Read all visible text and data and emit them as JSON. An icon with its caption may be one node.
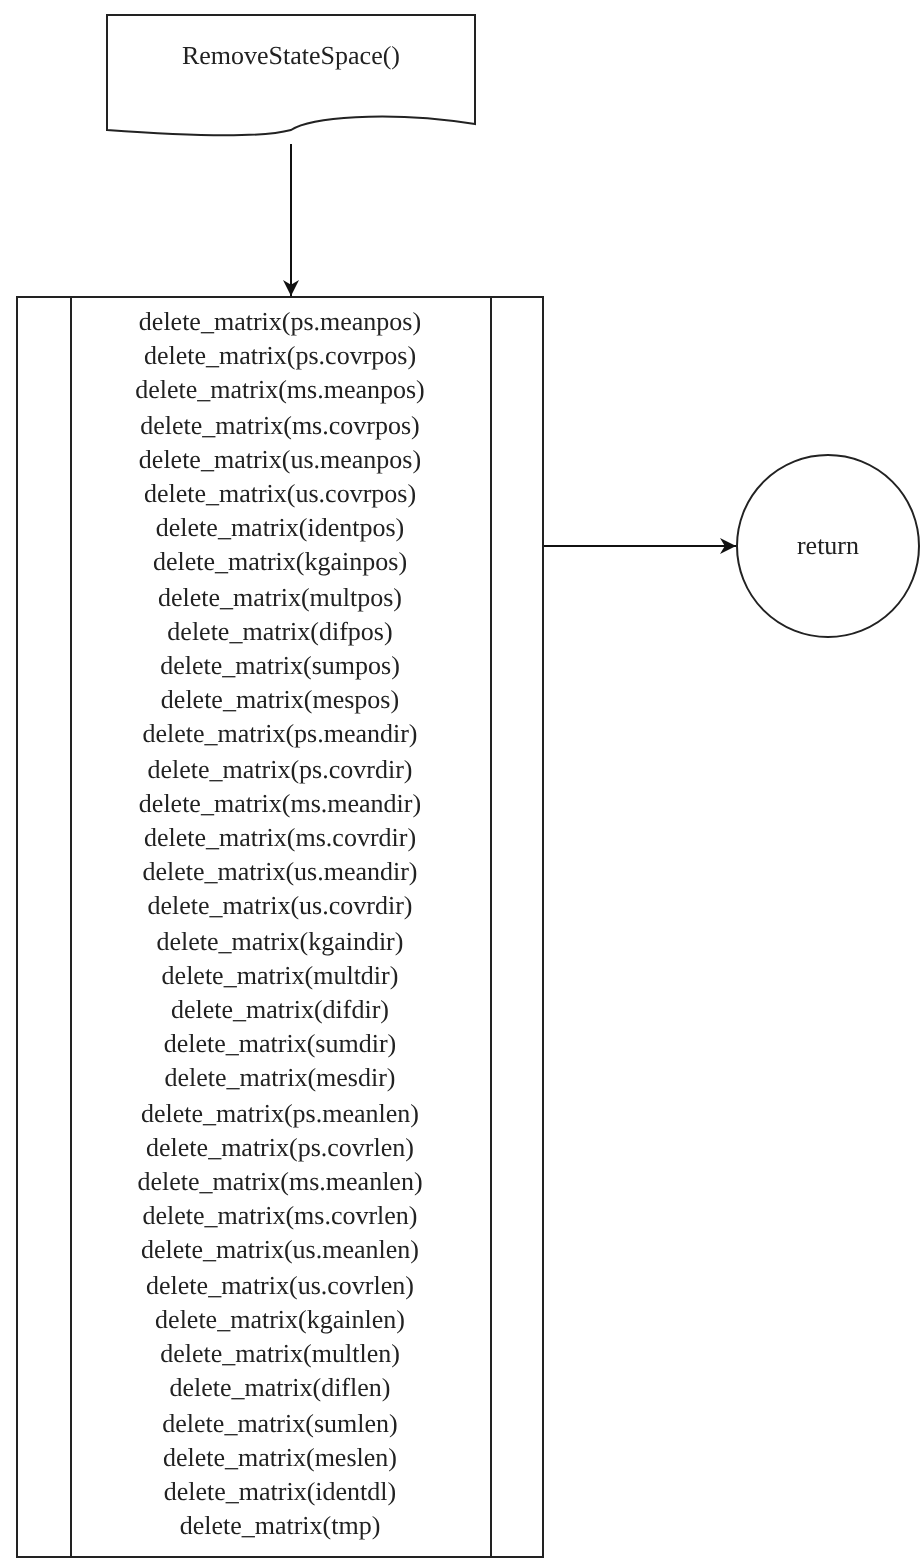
{
  "diagram": {
    "nodes": [
      {
        "text": [
          "RemoveStateSpace()"
        ]
      },
      {
        "text": [
          "delete_matrix(ps.meanpos)",
          "delete_matrix(ps.covrpos)",
          "delete_matrix(ms.meanpos)",
          "delete_matrix(ms.covrpos)",
          "delete_matrix(us.meanpos)",
          "delete_matrix(us.covrpos)",
          "delete_matrix(identpos)",
          "delete_matrix(kgainpos)",
          "delete_matrix(multpos)",
          "delete_matrix(difpos)",
          "delete_matrix(sumpos)",
          "delete_matrix(mespos)",
          "delete_matrix(ps.meandir)",
          "delete_matrix(ps.covrdir)",
          "delete_matrix(ms.meandir)",
          "delete_matrix(ms.covrdir)",
          "delete_matrix(us.meandir)",
          "delete_matrix(us.covrdir)",
          "delete_matrix(kgaindir)",
          "delete_matrix(multdir)",
          "delete_matrix(difdir)",
          "delete_matrix(sumdir)",
          "delete_matrix(mesdir)",
          "delete_matrix(ps.meanlen)",
          "delete_matrix(ps.covrlen)",
          "delete_matrix(ms.meanlen)",
          "delete_matrix(ms.covrlen)",
          "delete_matrix(us.meanlen)",
          "delete_matrix(us.covrlen)",
          "delete_matrix(kgainlen)",
          "delete_matrix(multlen)",
          "delete_matrix(diflen)",
          "delete_matrix(sumlen)",
          "delete_matrix(meslen)",
          "delete_matrix(identdl)",
          "delete_matrix(tmp)"
        ]
      },
      {
        "text": [
          "return"
        ]
      }
    ],
    "edges": [
      {
        "from": 0,
        "to": 1,
        "arrow": "to"
      },
      {
        "from": 1,
        "to": 2,
        "arrow": "to"
      }
    ]
  }
}
